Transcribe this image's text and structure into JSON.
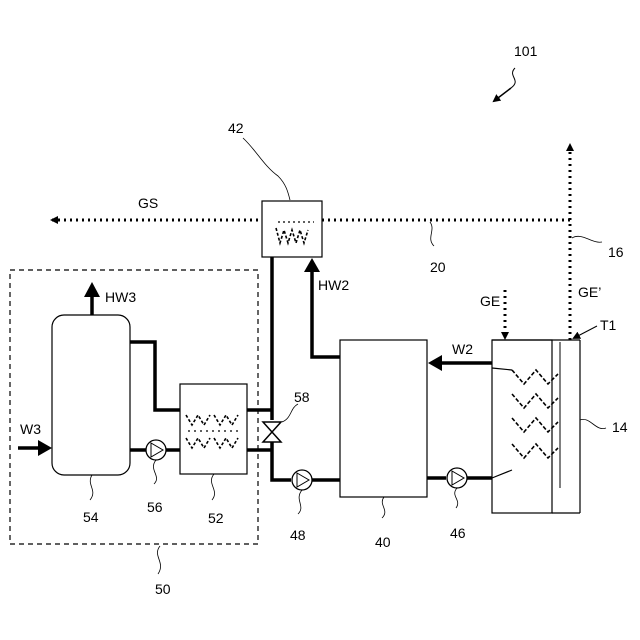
{
  "figure_ref": "101",
  "labels": {
    "gs": "GS",
    "hw3": "HW3",
    "hw2": "HW2",
    "w3": "W3",
    "w2": "W2",
    "ge": "GE",
    "ge_prime": "GE’",
    "t1": "T1"
  },
  "refs": {
    "r42": "42",
    "r16": "16",
    "r20": "20",
    "r58": "58",
    "r14": "14",
    "r54": "54",
    "r56": "56",
    "r52": "52",
    "r48": "48",
    "r40": "40",
    "r46": "46",
    "r50": "50"
  }
}
